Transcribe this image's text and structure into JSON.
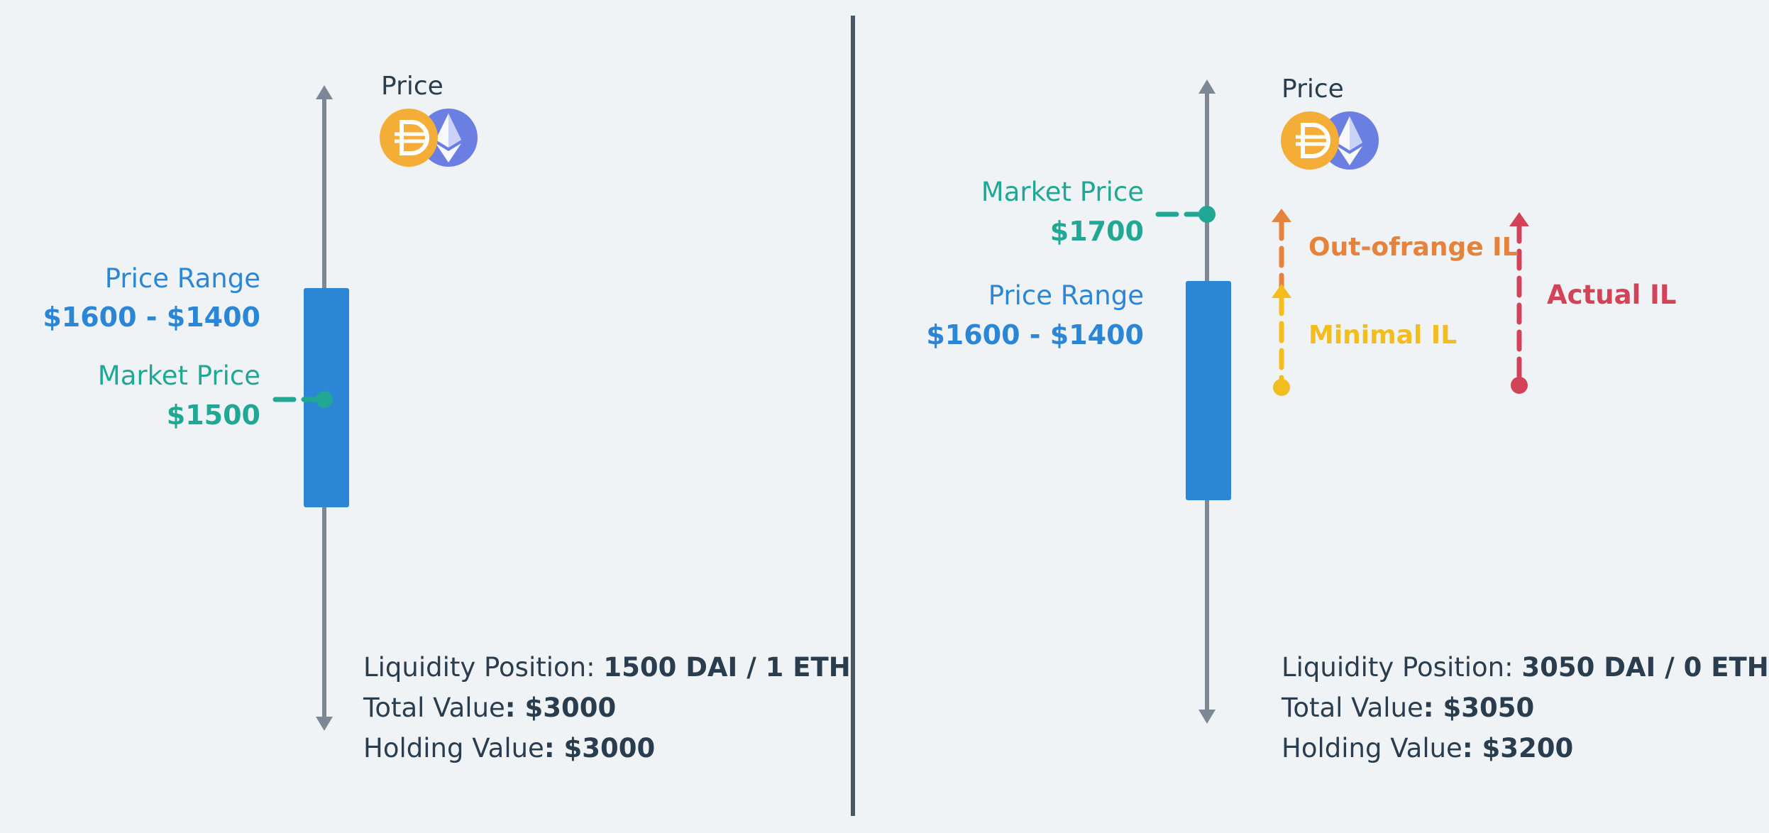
{
  "colors": {
    "axis": "#7d8896",
    "range_bar": "#2b86d6",
    "market": "#20a895",
    "out_of_range": "#e5823c",
    "minimal": "#f3bd1f",
    "actual": "#d34358",
    "divider": "#4a5663",
    "dai": "#f4ae38",
    "eth": "#6b7fe2"
  },
  "icons": [
    "dai-icon",
    "eth-icon"
  ],
  "left": {
    "price_label": "Price",
    "range_label": "Price Range",
    "range_value": "$1600 - $1400",
    "market_label": "Market Price",
    "market_value": "$1500",
    "position_label": "Liquidity Position: ",
    "position_value": "1500 DAI / 1 ETH",
    "total_label": "Total Value",
    "total_value": ": $3000",
    "holding_label": "Holding Value",
    "holding_value": ": $3000"
  },
  "right": {
    "price_label": "Price",
    "range_label": "Price Range",
    "range_value": "$1600 - $1400",
    "market_label": "Market Price",
    "market_value": "$1700",
    "out_of_range_label": "Out-ofrange IL",
    "minimal_label": "Minimal IL",
    "actual_label": "Actual IL",
    "position_label": "Liquidity Position: ",
    "position_value": "3050 DAI / 0 ETH",
    "total_label": "Total Value",
    "total_value": ": $3050",
    "holding_label": "Holding Value",
    "holding_value": ": $3200"
  }
}
